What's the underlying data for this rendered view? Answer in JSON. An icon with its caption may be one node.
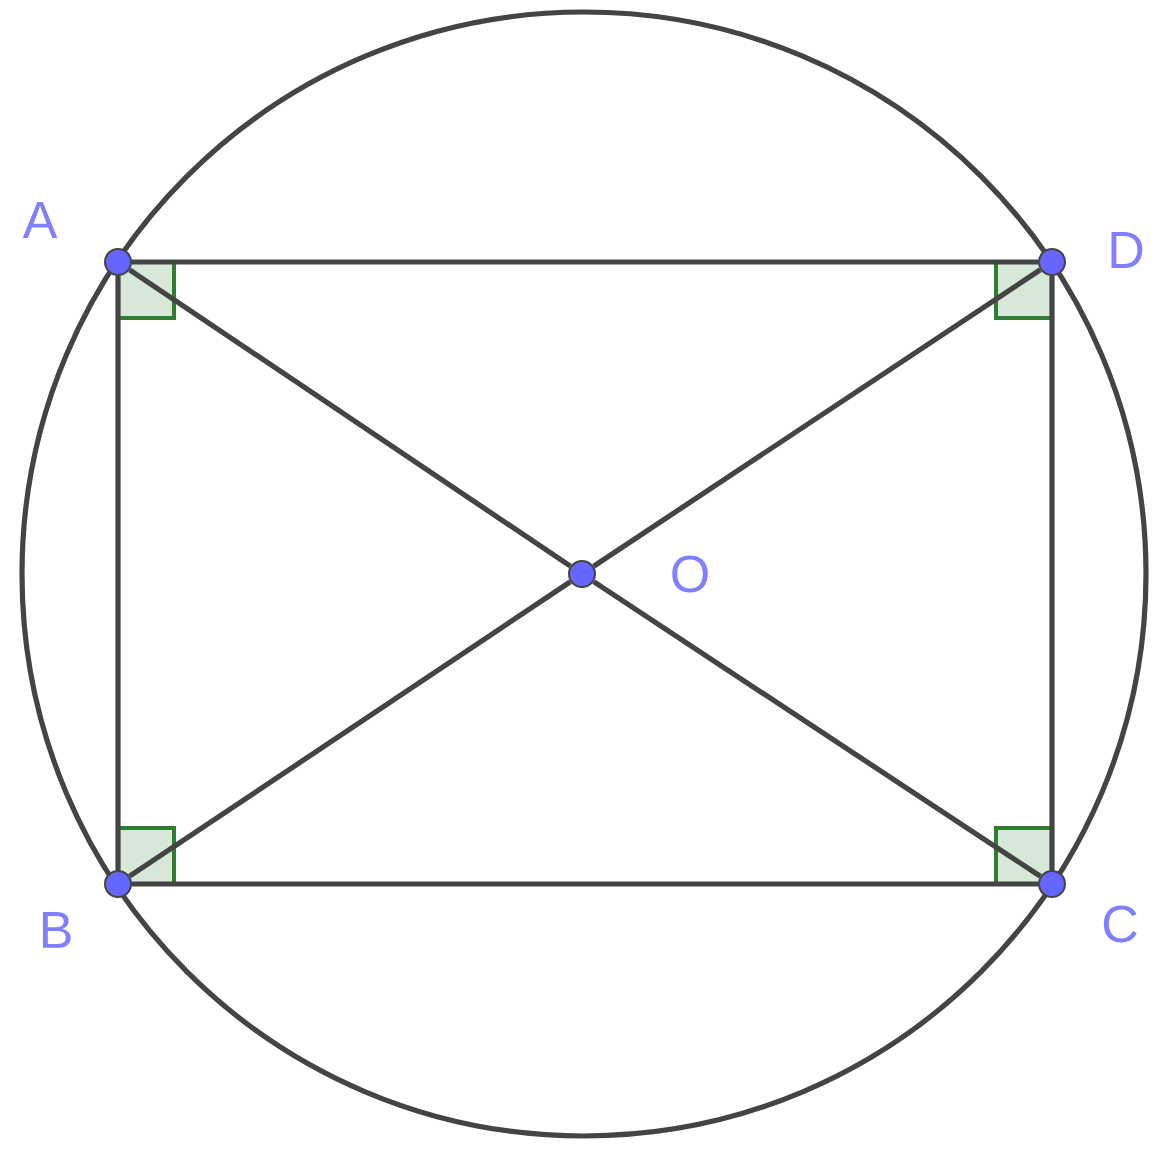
{
  "diagram": {
    "nodes": [
      {
        "text": [],
        "shape": "circle",
        "beside": [
          "A"
        ]
      },
      {
        "text": [],
        "shape": "circle",
        "beside": [
          "D"
        ]
      },
      {
        "text": [],
        "shape": "circle",
        "beside": [
          "O"
        ]
      },
      {
        "text": [],
        "shape": "circle",
        "beside": [
          "B"
        ]
      },
      {
        "text": [],
        "shape": "circle",
        "beside": [
          "C"
        ]
      }
    ],
    "edges": [
      {
        "from": 0,
        "to": 1,
        "arrow": "none"
      },
      {
        "from": 0,
        "to": 3,
        "arrow": "none"
      },
      {
        "from": 3,
        "to": 4,
        "arrow": "none"
      },
      {
        "from": 1,
        "to": 4,
        "arrow": "none"
      },
      {
        "from": 0,
        "to": 2,
        "arrow": "none"
      },
      {
        "from": 2,
        "to": 4,
        "arrow": "none"
      },
      {
        "from": 1,
        "to": 2,
        "arrow": "none"
      },
      {
        "from": 2,
        "to": 3,
        "arrow": "none"
      }
    ]
  }
}
